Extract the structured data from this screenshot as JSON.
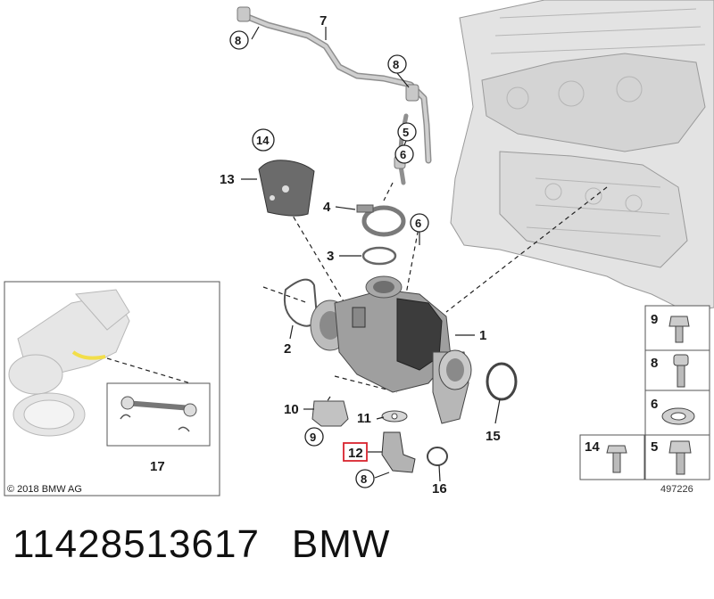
{
  "diagram": {
    "callouts": {
      "c1": "1",
      "c2": "2",
      "c3": "3",
      "c4": "4",
      "c5": "5",
      "c6a": "6",
      "c6b": "6",
      "c7": "7",
      "c8a": "8",
      "c8b": "8",
      "c8c": "8",
      "c9": "9",
      "c10": "10",
      "c11": "11",
      "c12": "12",
      "c13": "13",
      "c14": "14",
      "c15": "15",
      "c16": "16",
      "c17": "17"
    },
    "legend": {
      "l9": "9",
      "l8": "8",
      "l6": "6",
      "l14": "14",
      "l5": "5"
    },
    "copyright": "© 2018 BMW AG",
    "image_code": "497226",
    "highlight_color": "#d9232e"
  },
  "caption": {
    "part_number": "11428513617",
    "brand": "BMW"
  }
}
